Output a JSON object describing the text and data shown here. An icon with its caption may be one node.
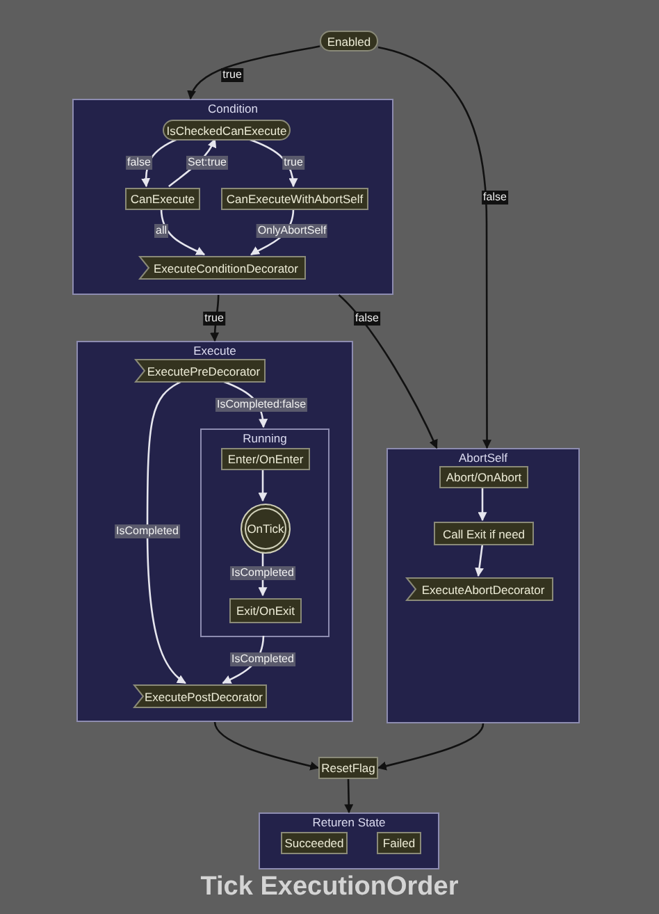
{
  "diagram": {
    "title": "Tick ExecutionOrder",
    "nodes": [
      {
        "text": [
          "Enabled"
        ]
      },
      {
        "text": [
          "Condition"
        ]
      },
      {
        "text": [
          "IsCheckedCanExecute"
        ],
        "in": 1
      },
      {
        "text": [
          "CanExecute"
        ],
        "in": 1
      },
      {
        "text": [
          "CanExecuteWithAbortSelf"
        ],
        "in": 1
      },
      {
        "text": [
          "ExecuteConditionDecorator"
        ],
        "in": 1
      },
      {
        "text": [
          "Execute"
        ]
      },
      {
        "text": [
          "ExecutePreDecorator"
        ],
        "in": 6
      },
      {
        "text": [
          "Running"
        ],
        "in": 6
      },
      {
        "text": [
          "Enter/OnEnter"
        ],
        "in": 8
      },
      {
        "text": [
          "OnTick"
        ],
        "in": 8
      },
      {
        "text": [
          "Exit/OnExit"
        ],
        "in": 8
      },
      {
        "text": [
          "ExecutePostDecorator"
        ],
        "in": 6
      },
      {
        "text": [
          "AbortSelf"
        ]
      },
      {
        "text": [
          "Abort/OnAbort"
        ],
        "in": 13
      },
      {
        "text": [
          "Call Exit if need"
        ],
        "in": 13
      },
      {
        "text": [
          "ExecuteAbortDecorator"
        ],
        "in": 13
      },
      {
        "text": [
          "ResetFlag"
        ]
      },
      {
        "text": [
          "Returen State"
        ]
      },
      {
        "text": [
          "Succeeded"
        ],
        "in": 18
      },
      {
        "text": [
          "Failed"
        ],
        "in": 18
      }
    ],
    "edges": [
      {
        "from": 0,
        "to": 1,
        "arrow": "to",
        "label": "true",
        "color": "#111111"
      },
      {
        "from": 0,
        "to": 13,
        "arrow": "to",
        "label": "false",
        "color": "#111111"
      },
      {
        "from": 2,
        "to": 3,
        "arrow": "to",
        "label": "false"
      },
      {
        "from": 3,
        "to": 2,
        "arrow": "to",
        "label": "Set:true"
      },
      {
        "from": 2,
        "to": 4,
        "arrow": "to",
        "label": "true"
      },
      {
        "from": 3,
        "to": 5,
        "arrow": "to",
        "label": "all"
      },
      {
        "from": 4,
        "to": 5,
        "arrow": "to",
        "label": "OnlyAbortSelf"
      },
      {
        "from": 1,
        "to": 6,
        "arrow": "to",
        "label": "true",
        "color": "#111111"
      },
      {
        "from": 1,
        "to": 13,
        "arrow": "to",
        "label": "false",
        "color": "#111111"
      },
      {
        "from": 7,
        "to": 8,
        "arrow": "to",
        "label": "IsCompleted:false"
      },
      {
        "from": 7,
        "to": 12,
        "arrow": "to",
        "label": "IsCompleted"
      },
      {
        "from": 9,
        "to": 10,
        "arrow": "to"
      },
      {
        "from": 10,
        "to": 11,
        "arrow": "to",
        "label": "IsCompleted"
      },
      {
        "from": 8,
        "to": 12,
        "arrow": "to",
        "label": "IsCompleted"
      },
      {
        "from": 14,
        "to": 15,
        "arrow": "to"
      },
      {
        "from": 15,
        "to": 16,
        "arrow": "to"
      },
      {
        "from": 6,
        "to": 17,
        "arrow": "to",
        "color": "#111111"
      },
      {
        "from": 13,
        "to": 17,
        "arrow": "to",
        "color": "#111111"
      },
      {
        "from": 17,
        "to": 18,
        "arrow": "to",
        "color": "#111111"
      }
    ]
  }
}
